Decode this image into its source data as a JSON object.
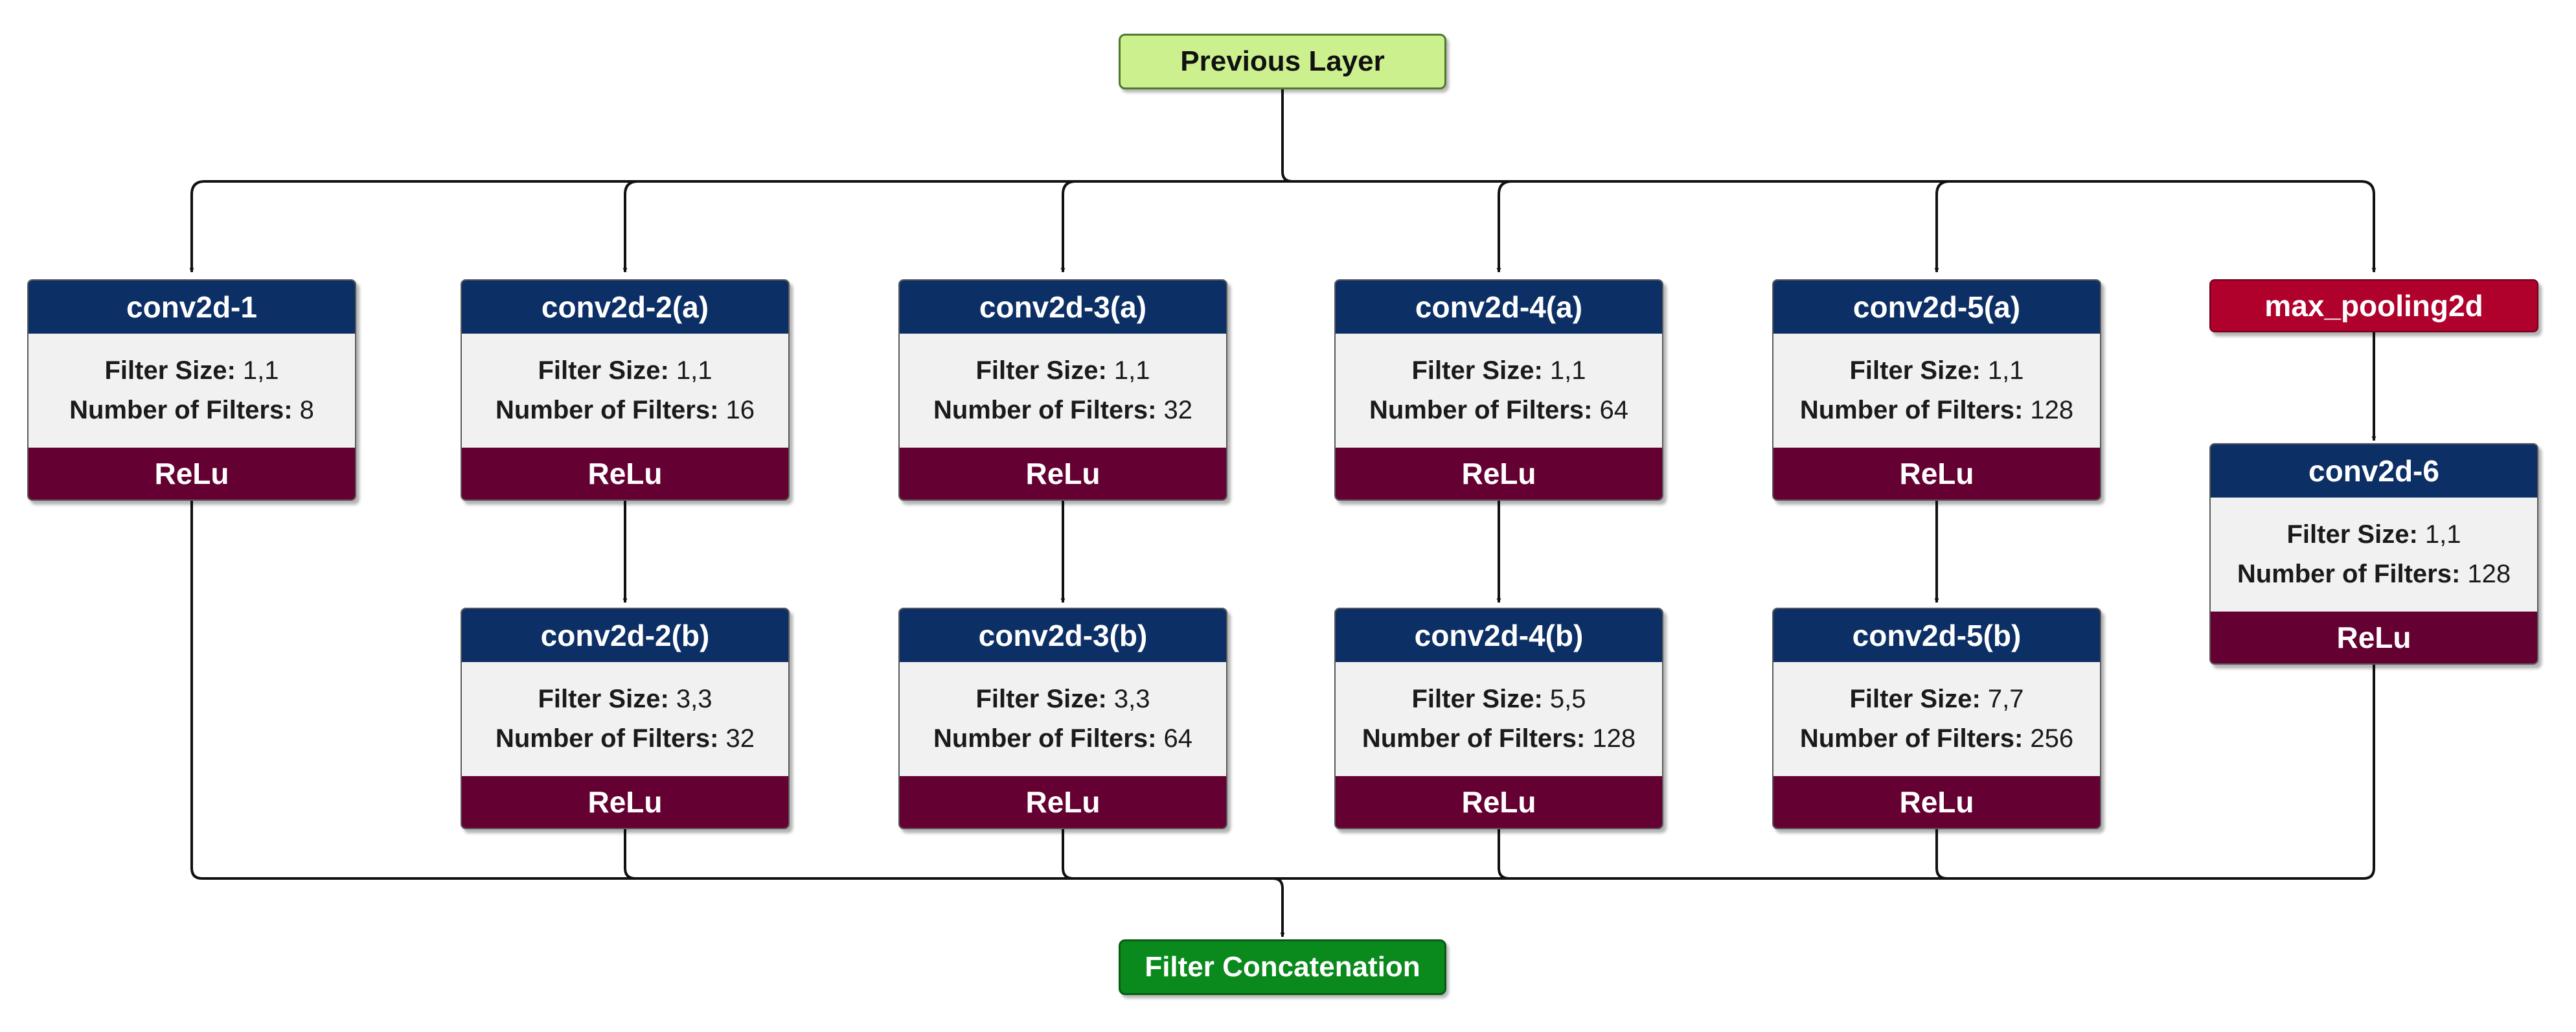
{
  "previous_layer": "Previous Layer",
  "concat_label": "Filter Concatenation",
  "filter_size_label": "Filter Size:",
  "num_filters_label": "Number of Filters:",
  "activation": "ReLu",
  "pool_label": "max_pooling2d",
  "colors": {
    "previous_fill": "#ccf08e",
    "concat_fill": "#0a8a1c",
    "header_fill": "#0c2f66",
    "activation_fill": "#650032",
    "pool_fill": "#b0002c",
    "body_fill": "#f1f1f1"
  },
  "branches": [
    {
      "layers": [
        {
          "name": "conv2d-1",
          "filter_size": "1,1",
          "num_filters": "8"
        }
      ]
    },
    {
      "layers": [
        {
          "name": "conv2d-2(a)",
          "filter_size": "1,1",
          "num_filters": "16"
        },
        {
          "name": "conv2d-2(b)",
          "filter_size": "3,3",
          "num_filters": "32"
        }
      ]
    },
    {
      "layers": [
        {
          "name": "conv2d-3(a)",
          "filter_size": "1,1",
          "num_filters": "32"
        },
        {
          "name": "conv2d-3(b)",
          "filter_size": "3,3",
          "num_filters": "64"
        }
      ]
    },
    {
      "layers": [
        {
          "name": "conv2d-4(a)",
          "filter_size": "1,1",
          "num_filters": "64"
        },
        {
          "name": "conv2d-4(b)",
          "filter_size": "5,5",
          "num_filters": "128"
        }
      ]
    },
    {
      "layers": [
        {
          "name": "conv2d-5(a)",
          "filter_size": "1,1",
          "num_filters": "128"
        },
        {
          "name": "conv2d-5(b)",
          "filter_size": "7,7",
          "num_filters": "256"
        }
      ]
    },
    {
      "layers": [
        {
          "name": "conv2d-6",
          "filter_size": "1,1",
          "num_filters": "128"
        }
      ]
    }
  ]
}
